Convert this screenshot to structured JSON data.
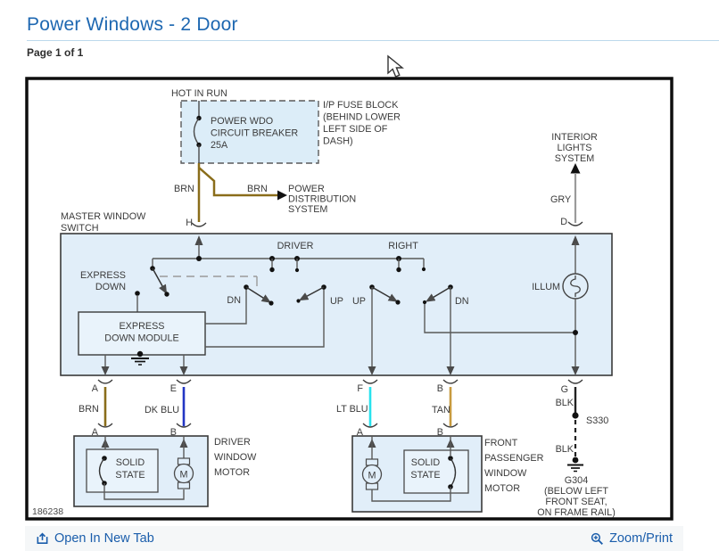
{
  "header": {
    "title": "Power Windows - 2 Door",
    "page_info": "Page 1 of 1"
  },
  "footer": {
    "open_label": "Open In New Tab",
    "zoom_label": "Zoom/Print"
  },
  "diagram": {
    "figure_number": "186238",
    "hot_in_run": "HOT IN RUN",
    "breaker_lines": [
      "POWER WDO",
      "CIRCUIT BREAKER",
      "25A"
    ],
    "fuse_block_lines": [
      "I/P FUSE BLOCK",
      "(BEHIND LOWER",
      "LEFT SIDE OF",
      "DASH)"
    ],
    "power_dist_lines": [
      "POWER",
      "DISTRIBUTION",
      "SYSTEM"
    ],
    "interior_lines": [
      "INTERIOR",
      "LIGHTS",
      "SYSTEM"
    ],
    "master_switch_lines": [
      "MASTER WINDOW",
      "SWITCH"
    ],
    "express_down_lines": [
      "EXPRESS",
      "DOWN"
    ],
    "module_lines": [
      "EXPRESS",
      "DOWN MODULE"
    ],
    "driver_motor_lines": [
      "DRIVER",
      "WINDOW",
      "MOTOR"
    ],
    "passenger_motor_lines": [
      "FRONT",
      "PASSENGER",
      "WINDOW",
      "MOTOR"
    ],
    "solid_state_lines": [
      "SOLID",
      "STATE"
    ],
    "ground_lines": [
      "G304",
      "(BELOW LEFT",
      "FRONT SEAT,",
      "ON FRAME RAIL)"
    ],
    "labels": {
      "driver": "DRIVER",
      "right": "RIGHT",
      "illum": "ILLUM",
      "dn": "DN",
      "up": "UP",
      "motor": "M",
      "splice": "S330",
      "gry": "GRY",
      "brn": "BRN",
      "dk_blu": "DK BLU",
      "lt_blu": "LT BLU",
      "tan": "TAN",
      "blk": "BLK"
    },
    "pins": {
      "h": "H",
      "d": "D",
      "a": "A",
      "e": "E",
      "f": "F",
      "b": "B",
      "g": "G"
    }
  },
  "colors": {
    "title_blue": "#1d67b1",
    "link_blue": "#1a5dab",
    "box_fill": "#e1eef9",
    "wire_brn": "#8a6d1a",
    "wire_gry": "#9b9b9b",
    "wire_dk_blu": "#2336c4",
    "wire_lt_blu": "#28e2ee",
    "wire_tan": "#c79a3f",
    "wire_blk": "#222222"
  }
}
